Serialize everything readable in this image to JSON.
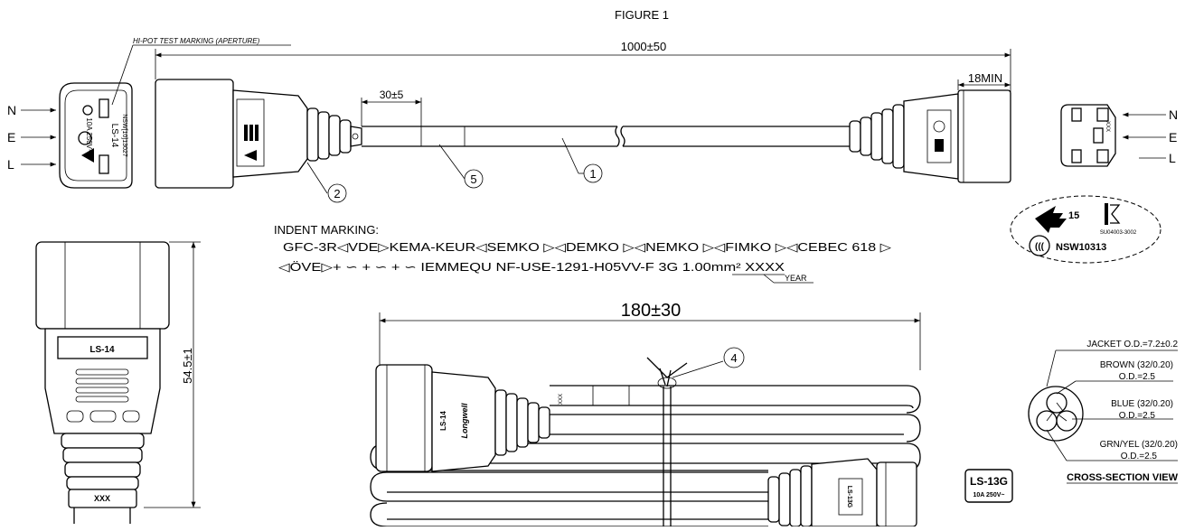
{
  "figure_title": "FIGURE 1",
  "hipot_label": "HI-POT TEST MARKING (APERTURE)",
  "dim_total": "1000±50",
  "dim_strip": "30±5",
  "dim_min": "18MIN",
  "dim_bundle": "180±30",
  "dim_height": "54.5±1",
  "pin_labels_left": [
    "N",
    "E",
    "L"
  ],
  "pin_labels_right": [
    "N",
    "E",
    "L"
  ],
  "callouts": [
    "1",
    "2",
    "4",
    "5"
  ],
  "face_left": {
    "approval": "NSW[10]13027",
    "model": "LS-14",
    "rating": "10A 250V~"
  },
  "indent_marking": {
    "title": "INDENT MARKING:",
    "line1": "GFC-3R◁VDE▷KEMA-KEUR◁SEMKO ▷◁DEMKO ▷◁NEMKO ▷◁FIMKO ▷◁CEBEC 618 ▷",
    "line2": "◁ÖVE▷+ ∽ + ∽ + ∽ IEMMEQU NF-USE-1291-H05VV-F 3G 1.00mm² XXXX",
    "year_label": "YEAR"
  },
  "front_view": {
    "model": "LS-14",
    "code": "XXX"
  },
  "bundle": {
    "plug_left_model": "LS-14",
    "plug_left_brand": "Longwell",
    "cable_code": "XXX",
    "plug_right_model": "LS-13G"
  },
  "right_face": {
    "code": "XXX"
  },
  "cert_badge": {
    "num15": "15",
    "kc_code": "SU04003-3002",
    "ccc_number": "NSW10313"
  },
  "cross_section": {
    "jacket": "JACKET O.D.=7.2±0.2",
    "brown": "BROWN (32/0.20)",
    "brown_od": "O.D.=2.5",
    "blue": "BLUE (32/0.20)",
    "blue_od": "O.D.=2.5",
    "grnyel": "GRN/YEL (32/0.20)",
    "grnyel_od": "O.D.=2.5",
    "title": "CROSS-SECTION VIEW"
  },
  "ls13g_box": {
    "model": "LS-13G",
    "rating": "10A 250V~"
  }
}
